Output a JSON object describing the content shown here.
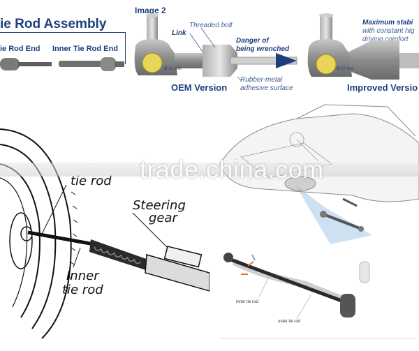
{
  "top_left": {
    "title": "ie Rod Assembly",
    "outer_label": "ie Rod End",
    "inner_label": "Inner Tie Rod End"
  },
  "diagram": {
    "image_label": "Image 2",
    "threaded_bolt": "Threaded bolt",
    "link": "Link",
    "danger_line1": "Danger of",
    "danger_line2": "being wrenched",
    "dim_oem": "Ø 22 mm",
    "oem_version": "OEM Version",
    "rubber_line1": "Rubber-metal",
    "rubber_line2": "adhesive surface",
    "max_line1": "Maximum stabi",
    "max_line2": "with constant hig",
    "max_line3": "driving comfort",
    "dim_improved": "Ø 27 mm",
    "improved_version": "Improved Versio"
  },
  "wheel_figure": {
    "tie_rod": "tie rod",
    "steering_line1": "Steering",
    "steering_line2": "gear",
    "inner_line1": "Inner",
    "inner_line2": "tie rod"
  },
  "car_figure": {
    "inner_tie_rod": "inner tie rod",
    "outer_tie_rod": "outer tie rod"
  },
  "watermark": "trade.china.com",
  "colors": {
    "navy": "#1c3f7c",
    "part_gray": "#8c8c8c",
    "bolt_yellow": "#e8d65a",
    "accent_orange": "#e07030",
    "accent_blue": "#6fa8dc"
  }
}
